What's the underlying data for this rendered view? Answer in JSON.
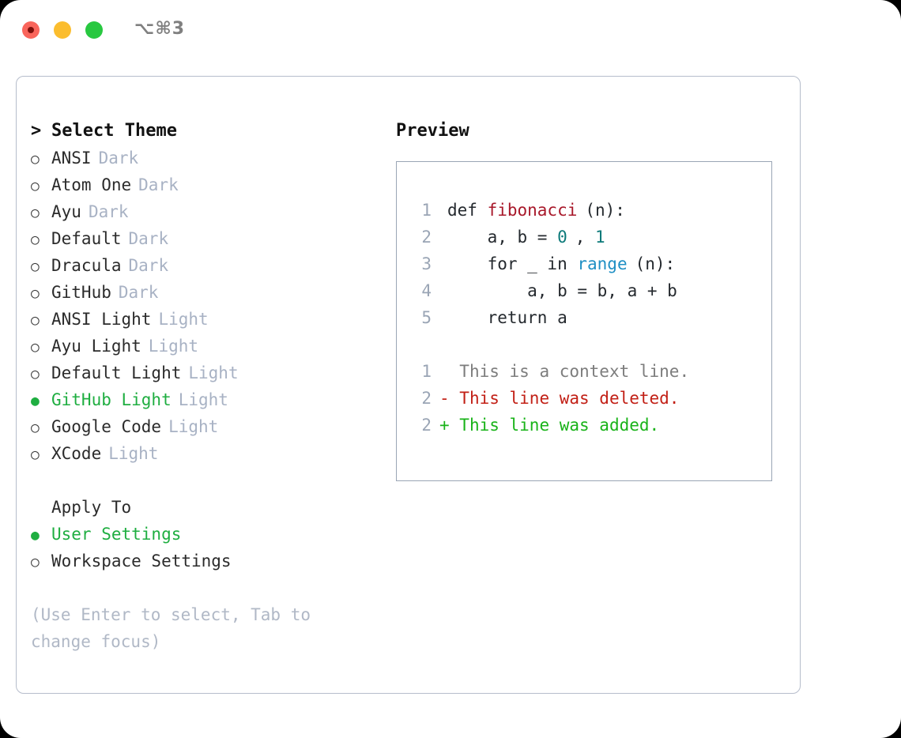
{
  "titlebar": {
    "shortcut": "⌥⌘3",
    "dots": [
      "close",
      "minimize",
      "maximize"
    ]
  },
  "colors": {
    "accent_green": "#1fae41",
    "muted": "#a8b2c4",
    "border": "#b6bdcb",
    "preview_border": "#9aa5b5",
    "fn_red": "#a8182a",
    "num_teal": "#0d7a7a",
    "call_blue": "#1f8fc4",
    "diff_del": "#c22016",
    "diff_add": "#19b319"
  },
  "theme_list": {
    "header": "Select Theme",
    "header_caret": ">",
    "bullet_unselected": "○",
    "bullet_selected": "●",
    "items": [
      {
        "name": "ANSI",
        "category": "Dark",
        "selected": false
      },
      {
        "name": "Atom One",
        "category": "Dark",
        "selected": false
      },
      {
        "name": "Ayu",
        "category": "Dark",
        "selected": false
      },
      {
        "name": "Default",
        "category": "Dark",
        "selected": false
      },
      {
        "name": "Dracula",
        "category": "Dark",
        "selected": false
      },
      {
        "name": "GitHub",
        "category": "Dark",
        "selected": false
      },
      {
        "name": "ANSI Light",
        "category": "Light",
        "selected": false
      },
      {
        "name": "Ayu Light",
        "category": "Light",
        "selected": false
      },
      {
        "name": "Default Light",
        "category": "Light",
        "selected": false
      },
      {
        "name": "GitHub Light",
        "category": "Light",
        "selected": true
      },
      {
        "name": "Google Code",
        "category": "Light",
        "selected": false
      },
      {
        "name": "XCode",
        "category": "Light",
        "selected": false
      }
    ]
  },
  "apply_to": {
    "header": "Apply To",
    "items": [
      {
        "name": "User Settings",
        "selected": true
      },
      {
        "name": "Workspace Settings",
        "selected": false
      }
    ]
  },
  "hint": "(Use Enter to select, Tab to change focus)",
  "preview": {
    "title": "Preview",
    "code_lines": [
      {
        "num": "1",
        "segments": [
          {
            "text": "def ",
            "token": "plain"
          },
          {
            "text": "fibonacci",
            "token": "fn"
          },
          {
            "text": "(n):",
            "token": "plain"
          }
        ]
      },
      {
        "num": "2",
        "segments": [
          {
            "text": "    a, b = ",
            "token": "plain"
          },
          {
            "text": "0",
            "token": "num"
          },
          {
            "text": ", ",
            "token": "plain"
          },
          {
            "text": "1",
            "token": "num"
          }
        ]
      },
      {
        "num": "3",
        "segments": [
          {
            "text": "    for _ in ",
            "token": "plain"
          },
          {
            "text": "range",
            "token": "call"
          },
          {
            "text": "(n):",
            "token": "plain"
          }
        ]
      },
      {
        "num": "4",
        "segments": [
          {
            "text": "        a, b = b, a + b",
            "token": "plain"
          }
        ]
      },
      {
        "num": "5",
        "segments": [
          {
            "text": "    return a",
            "token": "plain"
          }
        ]
      }
    ],
    "diff_lines": [
      {
        "num": "1",
        "marker": "  ",
        "text": "This is a context line.",
        "kind": "context"
      },
      {
        "num": "2",
        "marker": "- ",
        "text": "This line was deleted.",
        "kind": "del"
      },
      {
        "num": "2",
        "marker": "+ ",
        "text": "This line was added.",
        "kind": "add"
      }
    ]
  }
}
